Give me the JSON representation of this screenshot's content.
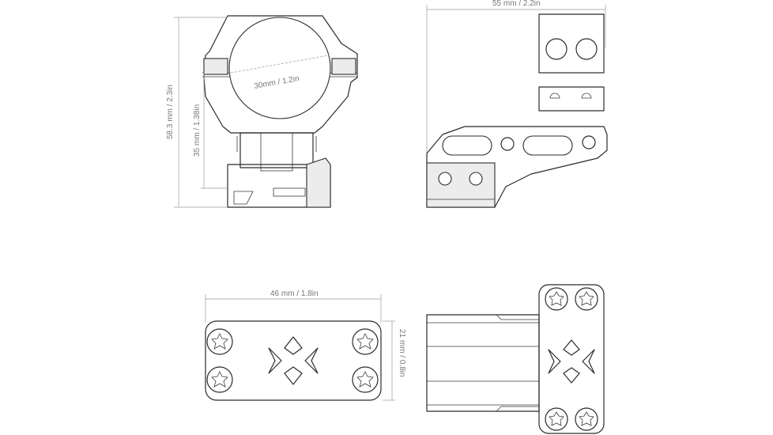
{
  "dimensions": {
    "width_top": "55 mm / 2.2in",
    "height_overall": "58.3 mm / 2.3in",
    "height_center": "35 mm / 1.38in",
    "ring_diameter": "30mm / 1.2in",
    "base_length": "46 mm / 1.8in",
    "base_width": "21 mm / 0.8in"
  },
  "colors": {
    "line": "#2b2b2b",
    "dimension_line": "#9a9a9a",
    "label_text": "#777777",
    "background": "#ffffff"
  }
}
